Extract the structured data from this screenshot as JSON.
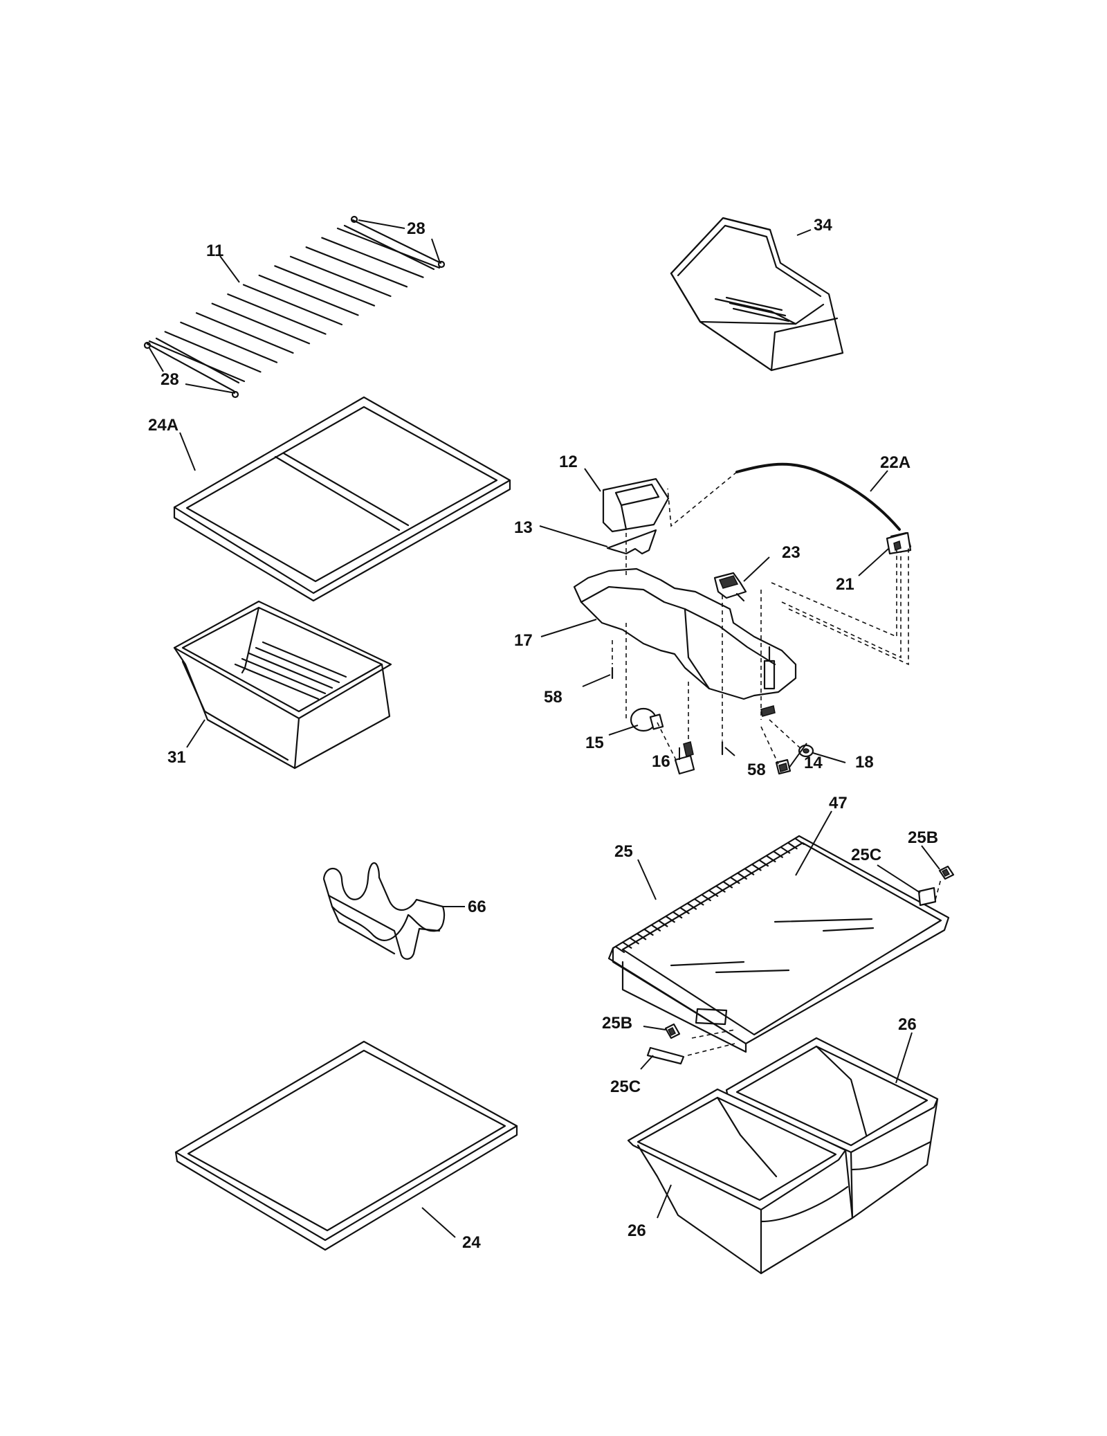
{
  "callouts": {
    "c11": "11",
    "c28a": "28",
    "c28b": "28",
    "c34": "34",
    "c24a": "24A",
    "c12": "12",
    "c22a": "22A",
    "c13": "13",
    "c23": "23",
    "c21": "21",
    "c17": "17",
    "c58a": "58",
    "c15": "15",
    "c16": "16",
    "c58b": "58",
    "c14": "14",
    "c18": "18",
    "c31": "31",
    "c47": "47",
    "c25b_top": "25B",
    "c25c_top": "25C",
    "c25": "25",
    "c66": "66",
    "c25b_bot": "25B",
    "c25c_bot": "25C",
    "c26_top": "26",
    "c26_bot": "26",
    "c24": "24"
  },
  "colors": {
    "line": "#111111",
    "background": "#ffffff"
  }
}
